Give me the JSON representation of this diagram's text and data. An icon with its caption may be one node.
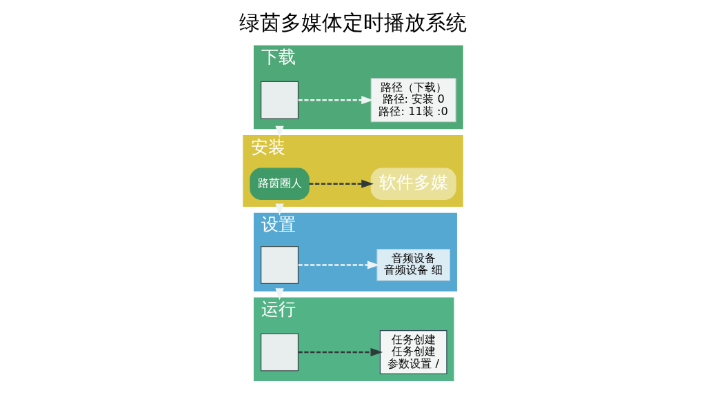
{
  "diagram": {
    "title": "绿茵多媒体定时播放系统",
    "nodes": [
      {
        "text": [
          "下载"
        ]
      },
      {
        "text": [],
        "shape": "box",
        "in": 0
      },
      {
        "text": [
          "路径（下载）",
          "路径: 安装 0",
          "路径: 11装 :0"
        ],
        "in": 0
      },
      {
        "text": [
          "安装"
        ]
      },
      {
        "text": [
          "路茵圈人"
        ],
        "in": 3
      },
      {
        "text": [
          "软件多媒"
        ],
        "in": 3
      },
      {
        "text": [
          "设置"
        ]
      },
      {
        "text": [],
        "shape": "box",
        "in": 6
      },
      {
        "text": [
          "音频设备",
          "音频设备 细"
        ],
        "in": 6
      },
      {
        "text": [
          "运行"
        ]
      },
      {
        "text": [],
        "shape": "box",
        "in": 9
      },
      {
        "text": [
          "任务创建",
          "任务创建",
          "参数设置 /"
        ],
        "in": 9
      }
    ],
    "edges": [
      {
        "from": 1,
        "to": 2,
        "arrow": "to",
        "style": "dashed"
      },
      {
        "from": 0,
        "to": 3,
        "arrow": "to",
        "style": "dashed"
      },
      {
        "from": 4,
        "to": 5,
        "arrow": "to",
        "style": "dashed",
        "color": "#2f3b3b"
      },
      {
        "from": 3,
        "to": 6,
        "arrow": "to",
        "style": "dashed"
      },
      {
        "from": 7,
        "to": 8,
        "arrow": "to",
        "style": "dashed"
      },
      {
        "from": 6,
        "to": 9,
        "arrow": "to",
        "style": "dashed"
      },
      {
        "from": 10,
        "to": 11,
        "arrow": "to",
        "style": "dashed",
        "color": "#2f3b3b"
      }
    ]
  }
}
